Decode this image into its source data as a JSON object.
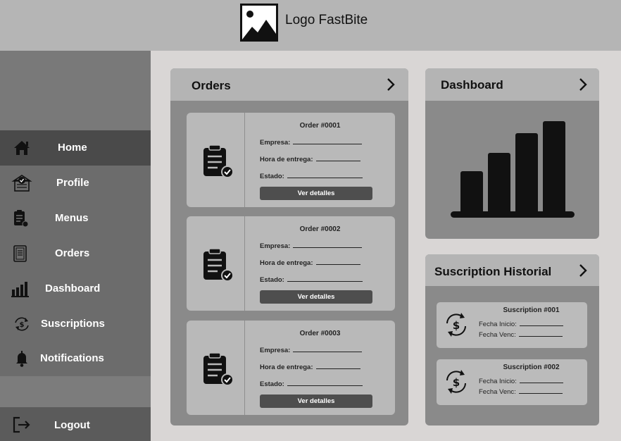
{
  "header": {
    "logo_text": "Logo FastBite"
  },
  "sidebar": {
    "items": [
      {
        "label": "Home",
        "icon": "home-icon",
        "active": true
      },
      {
        "label": "Profile",
        "icon": "profile-icon"
      },
      {
        "label": "Menus",
        "icon": "menus-icon"
      },
      {
        "label": "Orders",
        "icon": "orders-icon"
      },
      {
        "label": "Dashboard",
        "icon": "dashboard-icon"
      },
      {
        "label": "Suscriptions",
        "icon": "suscriptions-icon"
      },
      {
        "label": "Notifications",
        "icon": "bell-icon"
      }
    ],
    "logout": {
      "label": "Logout",
      "icon": "logout-icon"
    }
  },
  "orders_panel": {
    "title": "Orders",
    "orders": [
      {
        "title": "Order #0001",
        "empresa_label": "Empresa:",
        "hora_label": "Hora de entrega:",
        "estado_label": "Estado:",
        "button": "Ver detalles"
      },
      {
        "title": "Order #0002",
        "empresa_label": "Empresa:",
        "hora_label": "Hora de entrega:",
        "estado_label": "Estado:",
        "button": "Ver detalles"
      },
      {
        "title": "Order #0003",
        "empresa_label": "Empresa:",
        "hora_label": "Hora de entrega:",
        "estado_label": "Estado:",
        "button": "Ver detalles"
      }
    ]
  },
  "dashboard_panel": {
    "title": "Dashboard",
    "icon": "bar-chart-icon"
  },
  "subscription_panel": {
    "title": "Suscription Historial",
    "items": [
      {
        "title": "Suscription #001",
        "inicio_label": "Fecha Inicio:",
        "venc_label": "Fecha Venc:"
      },
      {
        "title": "Suscription #002",
        "inicio_label": "Fecha Inicio:",
        "venc_label": "Fecha Venc:"
      }
    ]
  },
  "colors": {
    "header": "#b5b5b5",
    "sidebar": "#6f6f6f",
    "sidebar_active": "#4a4a4a",
    "panel": "#8a8a8a",
    "panel_head": "#b4b4b4",
    "button": "#4e4e4e"
  }
}
